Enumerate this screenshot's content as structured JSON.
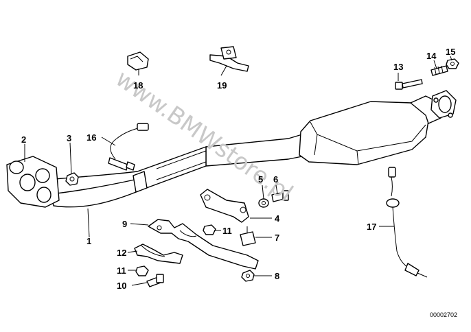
{
  "watermark": "www.BMWstore.pl",
  "document_number": "00002702",
  "callouts": {
    "c1": "1",
    "c2": "2",
    "c3": "3",
    "c4": "4",
    "c5": "5",
    "c6": "6",
    "c7": "7",
    "c8": "8",
    "c9": "9",
    "c10": "10",
    "c11a": "11",
    "c11b": "11",
    "c12": "12",
    "c13": "13",
    "c14": "14",
    "c15": "15",
    "c16": "16",
    "c17": "17",
    "c18": "18",
    "c19": "19"
  }
}
